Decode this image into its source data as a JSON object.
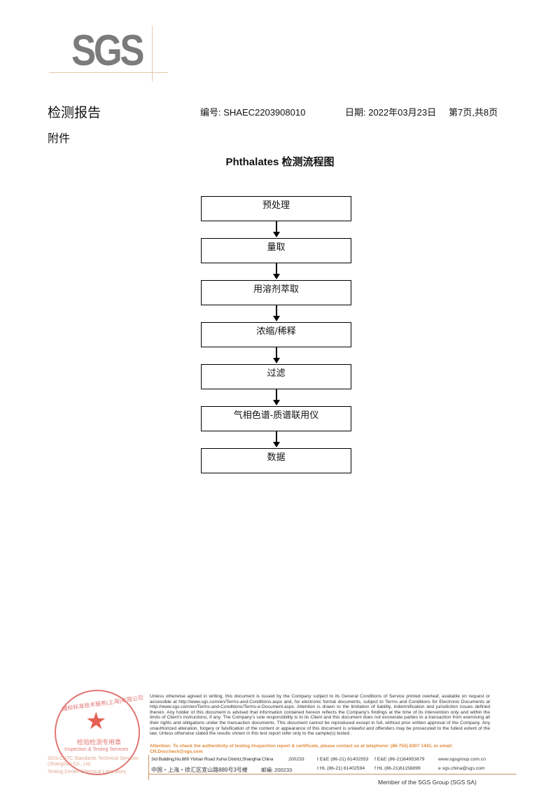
{
  "header": {
    "logo": "SGS",
    "title": "检测报告",
    "report_no": "编号: SHAEC2203908010",
    "date": "日期: 2022年03月23日",
    "page": "第7页,共8页",
    "annex": "附件"
  },
  "flowchart": {
    "title": "Phthalates 检测流程图",
    "steps": [
      "预处理",
      "量取",
      "用溶剂萃取",
      "浓缩/稀释",
      "过滤",
      "气相色谱-质谱联用仪",
      "数据"
    ]
  },
  "footer": {
    "disclaimer": "Unless otherwise agreed in writing, this document is issued by the Company subject to its General Conditions of Service printed overleaf, available on request or accessible at http://www.sgs.com/en/Terms-and-Conditions.aspx and, for electronic format documents, subject to Terms and Conditions for Electronic Documents at http://www.sgs.com/en/Terms-and-Conditions/Terms-e-Document.aspx. Attention is drawn to the limitation of liability, indemnification and jurisdiction issues defined therein. Any holder of this document is advised that information contained hereon reflects the Company's findings at the time of its intervention only and within the limits of Client's instructions, if any. The Company's sole responsibility is to its Client and this document does not exonerate parties to a transaction from exercising all their rights and obligations under the transaction documents. This document cannot be reproduced except in full, without prior written approval of the Company. Any unauthorized alteration, forgery or falsification of the content or appearance of this document is unlawful and offenders may be prosecuted to the fullest extent of the law. Unless otherwise stated the results shown in this test report refer only to the sample(s) tested .",
    "attention": "Attention: To check the authenticity of testing /inspection report & certificate, please contact us at telephone: (86-755) 8307 1443, or email: CN.Doccheck@sgs.com",
    "company_line1": "SGS-CSTC Standards Technical Services (Shanghai) Co., Ltd.",
    "company_line2": "Testing Center-Chemical Laboratory",
    "address_en": "3rd Building,No.889 Yishan Road Xuhui District,Shanghai China",
    "postcode_en": "200233",
    "address_cn": "中国・上海・徐汇区宜山路889号3号楼",
    "postcode_cn": "邮编: 200233",
    "tel1": "t E&E (86-21) 61402553",
    "fax1": "f E&E (86-21)64953679",
    "web": "www.sgsgroup.com.cn",
    "tel2": "t HL (86-21) 61402594",
    "fax2": "f HL (86-21)61156899",
    "email": "e sgs.china@sgs.com",
    "member": "Member of the SGS Group (SGS SA)",
    "stamp_top": "通标标准技术服务(上海)有限公司",
    "stamp_mid": "检验检测专用章",
    "stamp_en": "Inspection & Testing Services"
  },
  "colors": {
    "logo": "#7b7b7b",
    "accent_line": "#e6c8a8",
    "attention": "#e08a3a",
    "stamp": "#d9534f"
  }
}
